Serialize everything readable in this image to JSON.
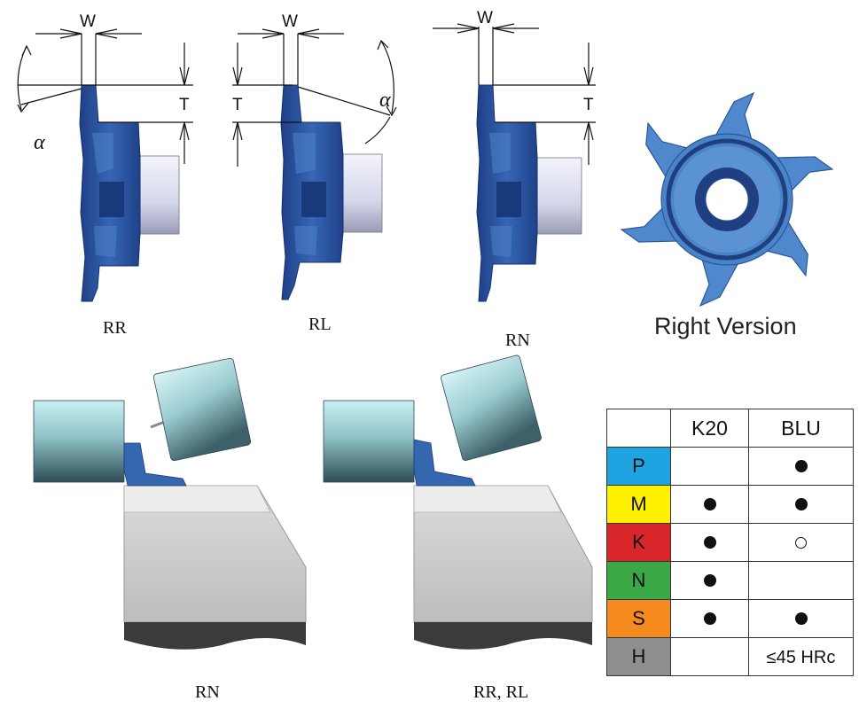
{
  "dimensions": {
    "w": "W",
    "t": "T",
    "alpha": "α"
  },
  "captions": {
    "rr": "RR",
    "rl": "RL",
    "rn_top": "RN",
    "right_version": "Right Version",
    "rn_bottom": "RN",
    "rr_rl_bottom": "RR, RL"
  },
  "grade_table": {
    "columns": [
      "K20",
      "BLU"
    ],
    "rows": [
      {
        "code": "P",
        "color": "#1ea4e0",
        "k20": "",
        "blu": "dot"
      },
      {
        "code": "M",
        "color": "#fff200",
        "k20": "dot",
        "blu": "dot"
      },
      {
        "code": "K",
        "color": "#d9262a",
        "k20": "dot",
        "blu": "ring"
      },
      {
        "code": "N",
        "color": "#3aa845",
        "k20": "dot",
        "blu": ""
      },
      {
        "code": "S",
        "color": "#f58a1f",
        "k20": "dot",
        "blu": "dot"
      },
      {
        "code": "H",
        "color": "#8e8e8e",
        "k20": "",
        "blu": "≤45 HRc"
      }
    ]
  },
  "colors": {
    "insert_blue": "#2f5aa6",
    "insert_light": "#4f84c8",
    "pin": "#d7d9ec",
    "cylinder": "#9cc8cc",
    "workpiece": "#c7c7c7"
  }
}
